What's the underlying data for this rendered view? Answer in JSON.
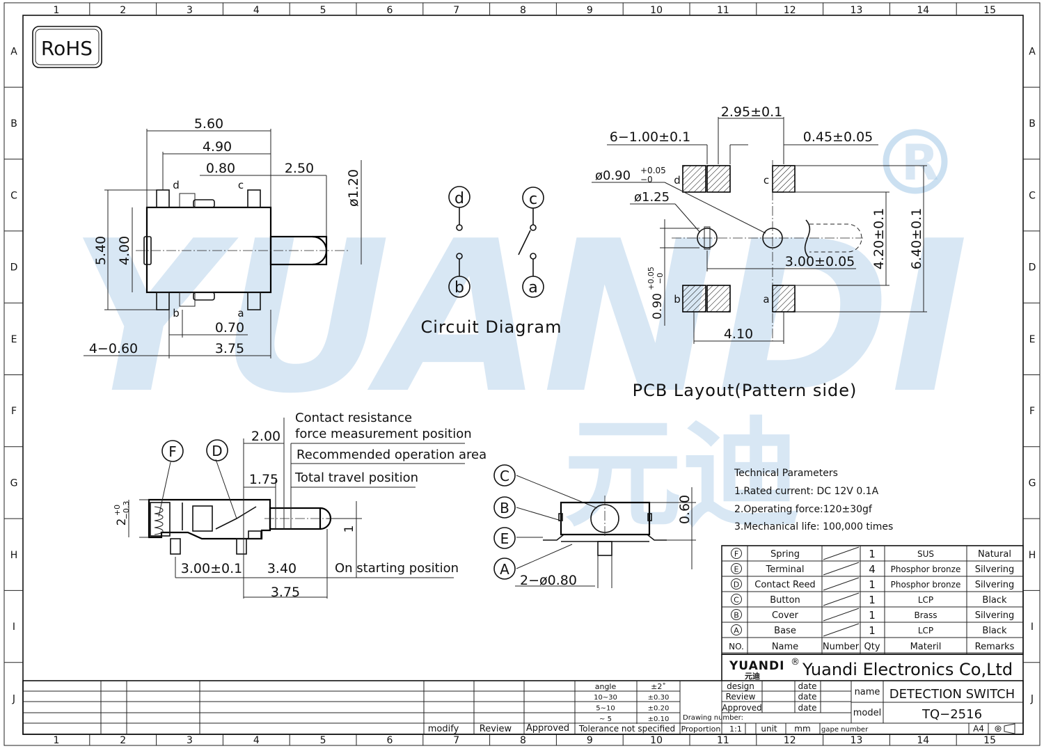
{
  "frame": {
    "columns": [
      "1",
      "2",
      "3",
      "4",
      "5",
      "6",
      "7",
      "8",
      "9",
      "10",
      "11",
      "12",
      "13",
      "14",
      "15"
    ],
    "rows": [
      "A",
      "B",
      "C",
      "D",
      "E",
      "F",
      "G",
      "H",
      "I",
      "J"
    ]
  },
  "rohs_label": "RoHS",
  "watermark": {
    "brand": "YUANDI",
    "chinese": "元迪",
    "registered": "®"
  },
  "top_view": {
    "dims": [
      "5.60",
      "4.90",
      "0.80",
      "2.50",
      "ø1.20",
      "5.40",
      "4.00",
      "4−0.60",
      "0.70",
      "3.75"
    ],
    "pins": [
      "d",
      "c",
      "b",
      "a"
    ]
  },
  "circuit": {
    "title": "Circuit Diagram",
    "nodes": [
      "d",
      "c",
      "b",
      "a"
    ]
  },
  "pcb": {
    "title": "PCB Layout(Pattern side)",
    "dims": [
      "2.95±0.1",
      "6−1.00±0.1",
      "0.45±0.05",
      "ø0.90",
      "+0.05",
      "−0",
      "ø1.25",
      "4.20±0.1",
      "6.40±0.1",
      "3.00±0.05",
      "0.90",
      "+0.05",
      "−0",
      "4.10"
    ],
    "pads": [
      "d",
      "c",
      "b",
      "a"
    ]
  },
  "side_view": {
    "labels": [
      "Contact resistance",
      "force measurement position",
      "Recommended operation area",
      "Total travel   position",
      "On starting position"
    ],
    "dims": [
      "2.00",
      "1.75",
      "3.00±0.1",
      "3.40",
      "3.75",
      "2",
      "+0",
      "−0.3",
      "1"
    ],
    "callouts": [
      "F",
      "D"
    ]
  },
  "front_view": {
    "callouts": [
      "C",
      "B",
      "E",
      "A"
    ],
    "dims": [
      "0.60",
      "2−ø0.80"
    ]
  },
  "tech": {
    "title": "Technical Parameters",
    "items": [
      "1.Rated current: DC 12V 0.1A",
      "2.Operating force:120±30gf",
      "3.Mechanical life: 100,000 times"
    ]
  },
  "bom": {
    "rows": [
      {
        "no": "F",
        "name": "Spring",
        "qty": "1",
        "material": "SUS",
        "remarks": "Natural"
      },
      {
        "no": "E",
        "name": "Terminal",
        "qty": "4",
        "material": "Phosphor bronze",
        "remarks": "Silvering"
      },
      {
        "no": "D",
        "name": "Contact Reed",
        "qty": "1",
        "material": "Phosphor bronze",
        "remarks": "Silvering"
      },
      {
        "no": "C",
        "name": "Button",
        "qty": "1",
        "material": "LCP",
        "remarks": "Black"
      },
      {
        "no": "B",
        "name": "Cover",
        "qty": "1",
        "material": "Brass",
        "remarks": "Silvering"
      },
      {
        "no": "A",
        "name": "Base",
        "qty": "1",
        "material": "LCP",
        "remarks": "Black"
      }
    ],
    "header": {
      "no": "NO.",
      "name": "Name",
      "number": "Number",
      "qty": "Qty",
      "material": "Materil",
      "remarks": "Remarks"
    }
  },
  "title_block": {
    "company": "Yuandi Electronics Co,Ltd",
    "logo_text": "YUANDI",
    "logo_reg": "®",
    "logo_cn": "元迪",
    "design": "design",
    "review": "Review",
    "approved": "Approved",
    "date": "date",
    "name_label": "name",
    "name_value": "DETECTION  SWITCH",
    "model_label": "model",
    "model_value": "TQ−2516",
    "drawing_number": "Drawing number:",
    "proportion": "Proportion",
    "proportion_value": "1:1",
    "unit": "unit",
    "unit_value": "mm",
    "gape_number": "gape number",
    "sheet": "A4",
    "tolerance": {
      "header_angle": "angle",
      "angle_value": "±2˚",
      "rows": [
        [
          "10~30",
          "±0.30"
        ],
        [
          "5~10",
          "±0.20"
        ],
        [
          "~ 5",
          "±0.10"
        ]
      ],
      "footer": "Tolerance  not  specified"
    },
    "revision": {
      "modify": "modify",
      "review": "Review",
      "approved": "Approved"
    }
  }
}
